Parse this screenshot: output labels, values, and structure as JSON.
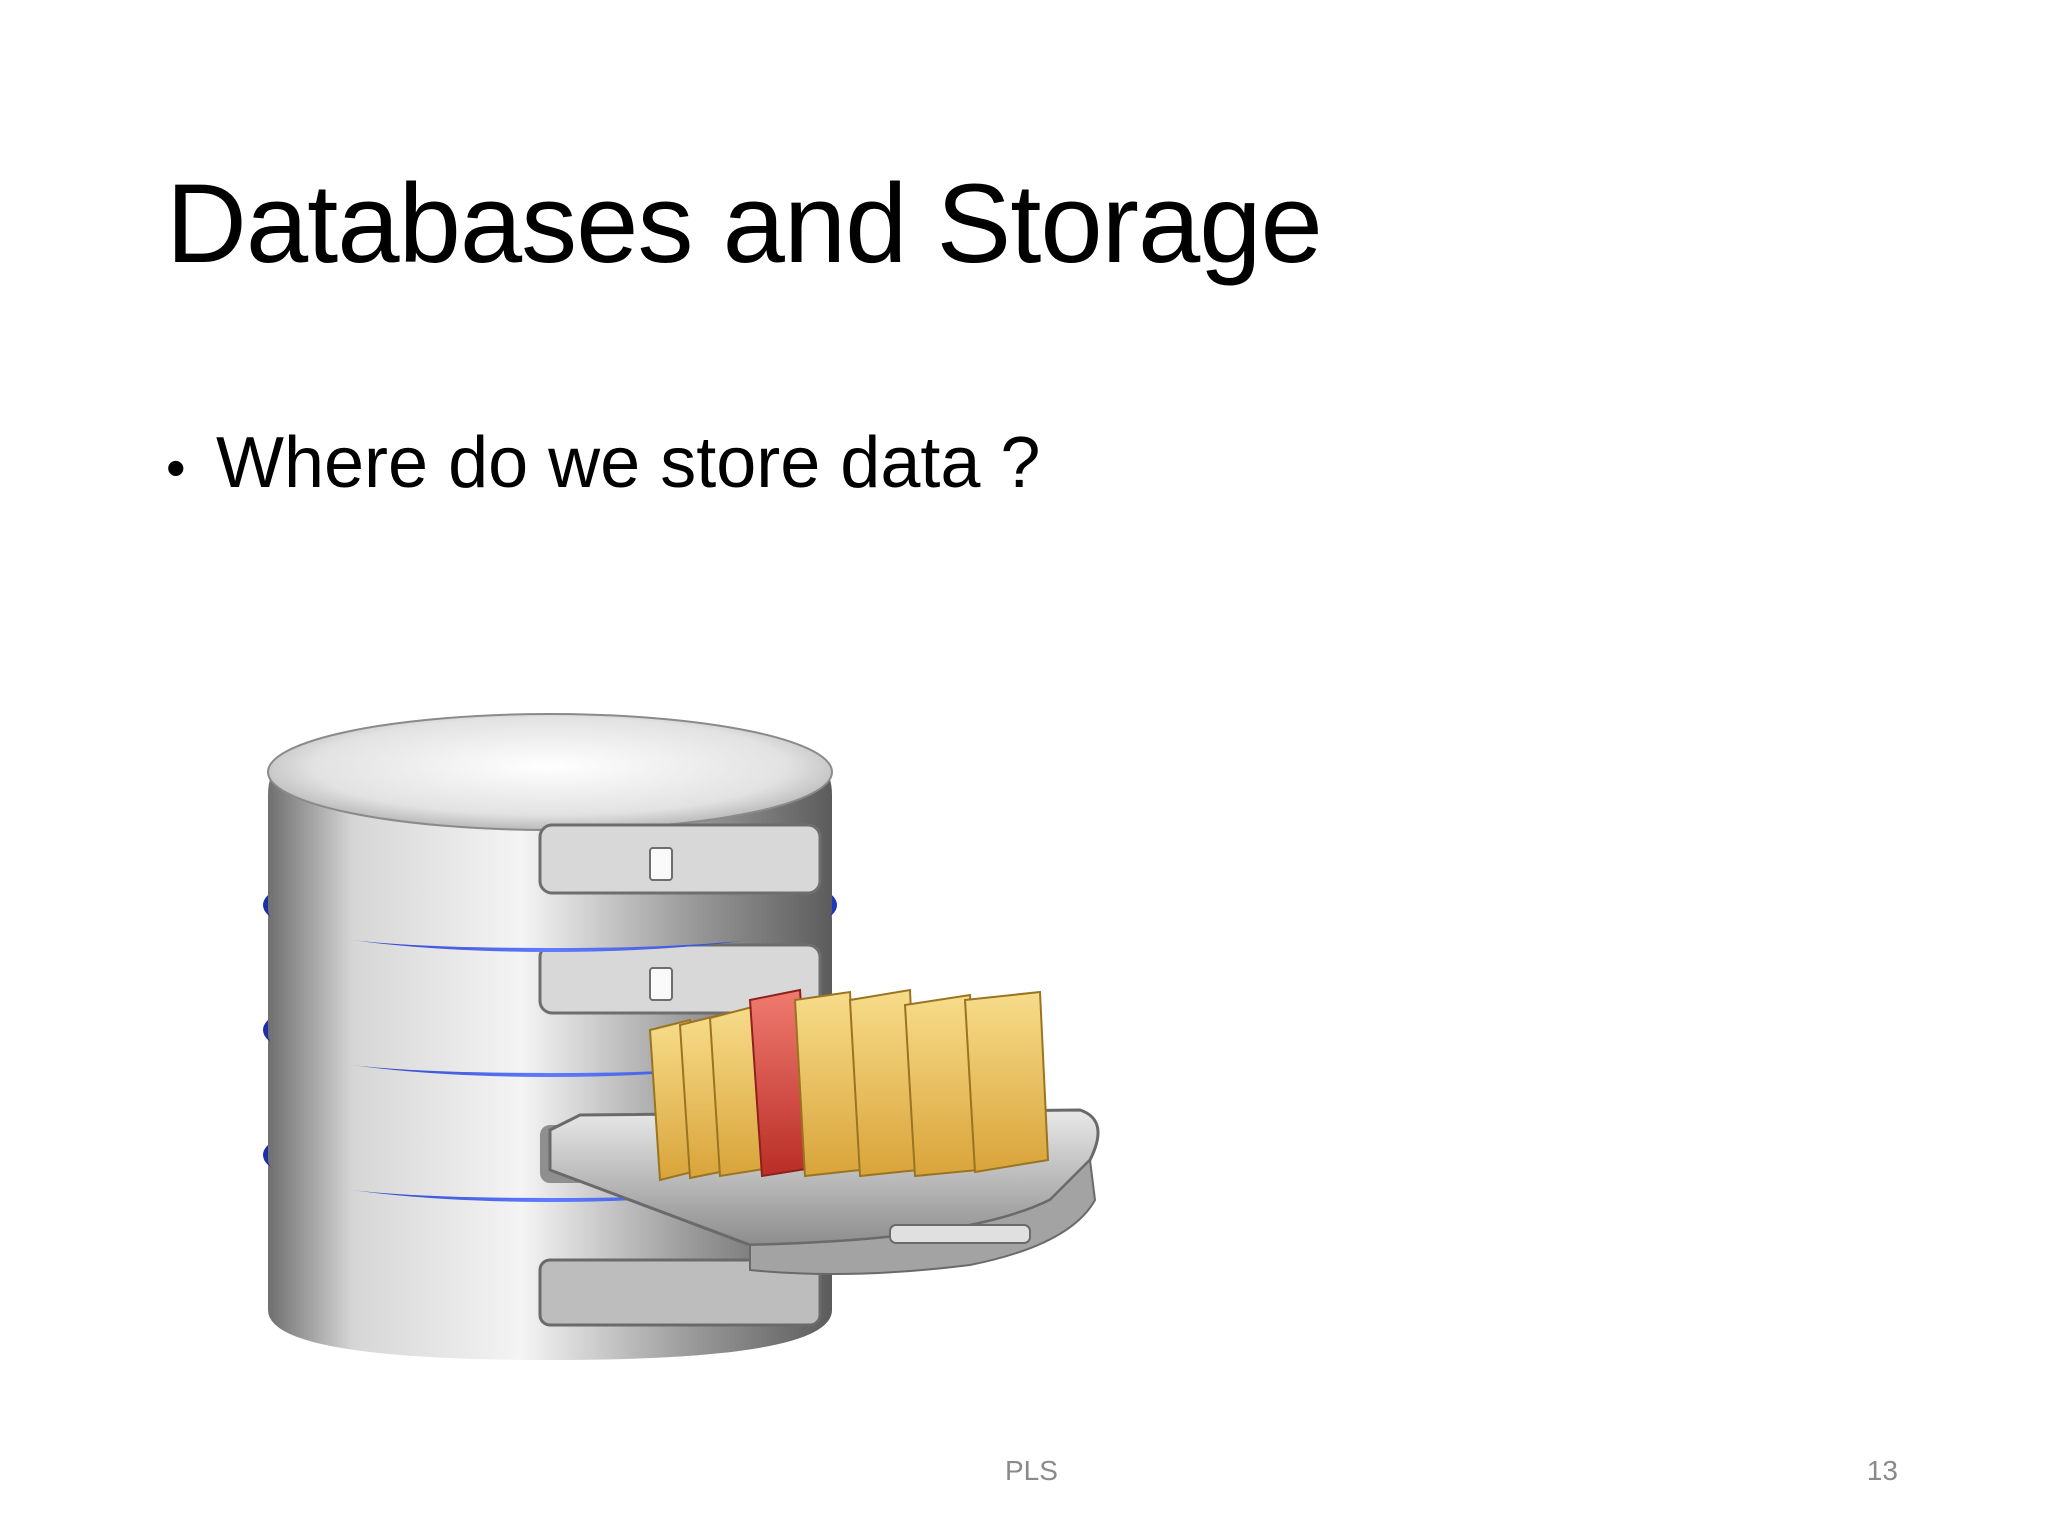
{
  "slide": {
    "title": "Databases and Storage",
    "bullets": [
      {
        "text": "Where do we store data ?"
      }
    ],
    "illustration": {
      "icon": "database-storage-icon",
      "accent_colors": {
        "metal": "#b8b8b8",
        "ring": "#3c5bff",
        "folder": "#e9b64e",
        "folder_red": "#d8423a"
      }
    },
    "footer": {
      "center": "PLS",
      "page_number": "13"
    }
  }
}
